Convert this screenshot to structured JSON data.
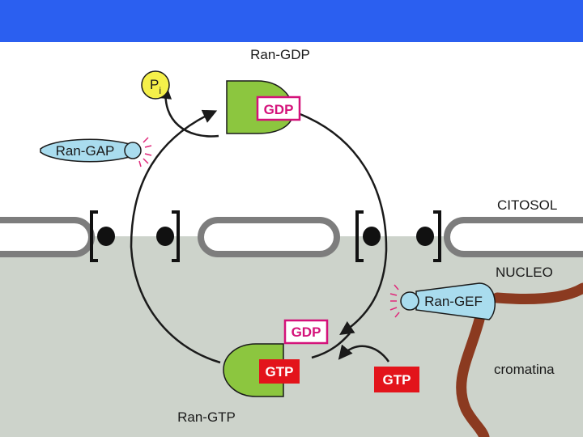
{
  "header": {
    "title": ""
  },
  "labels": {
    "ran_gdp": "Ran-GDP",
    "ran_gtp": "Ran-GTP",
    "ran_gap": "Ran-GAP",
    "ran_gef": "Ran-GEF",
    "pi_main": "P",
    "pi_sub": "i",
    "citosol": "CITOSOL",
    "nucleo": "NUCLEO",
    "cromatina": "cromatina"
  },
  "badges": {
    "gdp_top": "GDP",
    "gdp_released": "GDP",
    "gtp_bound": "GTP",
    "gtp_incoming": "GTP"
  },
  "colors": {
    "header_blue": "#2b5ff0",
    "cytosol_bg": "#ffffff",
    "nucleus_bg": "#cdd3cb",
    "ran_green": "#8cc63f",
    "gap_gef_blue": "#a9dcee",
    "pi_yellow": "#f5f04a",
    "gdp_magenta": "#d4127a",
    "gtp_red": "#e3141b",
    "chromatin_brown": "#8b3a20",
    "membrane_gray": "#7d7d7d"
  }
}
